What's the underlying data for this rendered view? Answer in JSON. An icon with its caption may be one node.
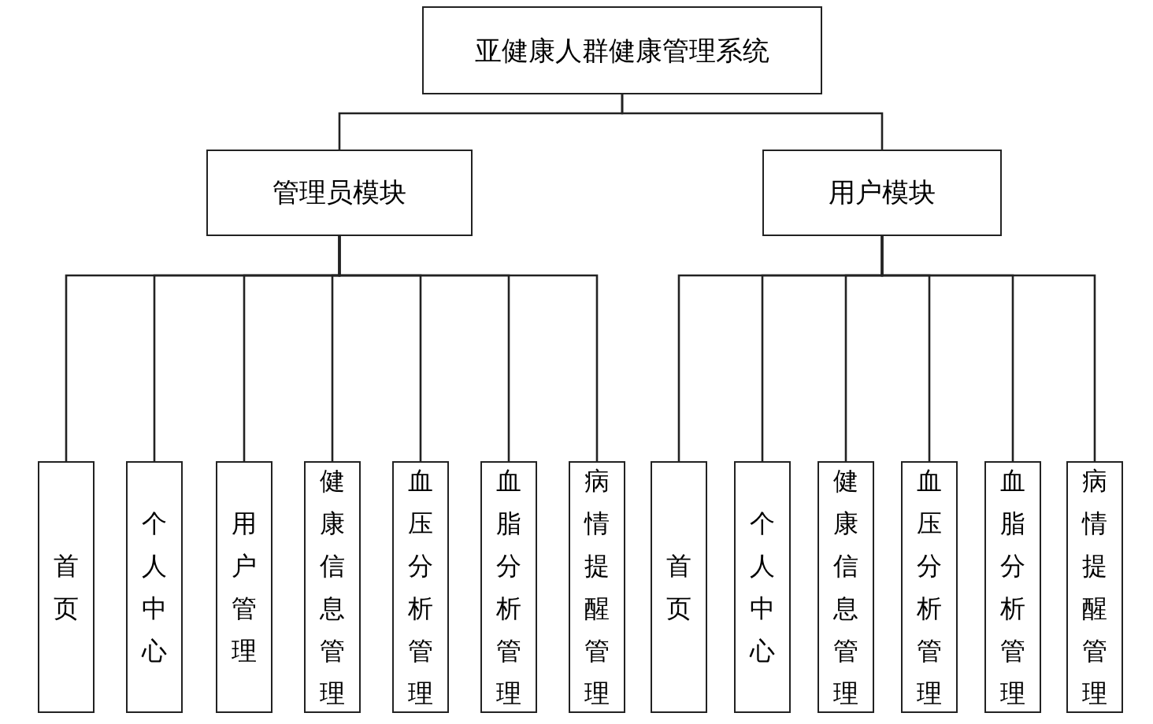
{
  "diagram": {
    "nodes": [
      {
        "text": [
          "亚健康人群健康管理系统"
        ]
      },
      {
        "text": [
          "管理员模块"
        ]
      },
      {
        "text": [
          "用户模块"
        ]
      },
      {
        "text": [
          "首页"
        ]
      },
      {
        "text": [
          "个人中心"
        ]
      },
      {
        "text": [
          "用户管理"
        ]
      },
      {
        "text": [
          "健康信息管理"
        ]
      },
      {
        "text": [
          "血压分析管理"
        ]
      },
      {
        "text": [
          "血脂分析管理"
        ]
      },
      {
        "text": [
          "病情提醒管理"
        ]
      },
      {
        "text": [
          "首页"
        ]
      },
      {
        "text": [
          "个人中心"
        ]
      },
      {
        "text": [
          "健康信息管理"
        ]
      },
      {
        "text": [
          "血压分析管理"
        ]
      },
      {
        "text": [
          "血脂分析管理"
        ]
      },
      {
        "text": [
          "病情提醒管理"
        ]
      }
    ],
    "edges": [
      {
        "from": 0,
        "to": 1,
        "arrow": "none"
      },
      {
        "from": 0,
        "to": 2,
        "arrow": "none"
      },
      {
        "from": 1,
        "to": 3,
        "arrow": "none"
      },
      {
        "from": 1,
        "to": 4,
        "arrow": "none"
      },
      {
        "from": 1,
        "to": 5,
        "arrow": "none"
      },
      {
        "from": 1,
        "to": 6,
        "arrow": "none"
      },
      {
        "from": 1,
        "to": 7,
        "arrow": "none"
      },
      {
        "from": 1,
        "to": 8,
        "arrow": "none"
      },
      {
        "from": 1,
        "to": 9,
        "arrow": "none"
      },
      {
        "from": 2,
        "to": 10,
        "arrow": "none"
      },
      {
        "from": 2,
        "to": 11,
        "arrow": "none"
      },
      {
        "from": 2,
        "to": 12,
        "arrow": "none"
      },
      {
        "from": 2,
        "to": 13,
        "arrow": "none"
      },
      {
        "from": 2,
        "to": 14,
        "arrow": "none"
      },
      {
        "from": 2,
        "to": 15,
        "arrow": "none"
      }
    ]
  }
}
